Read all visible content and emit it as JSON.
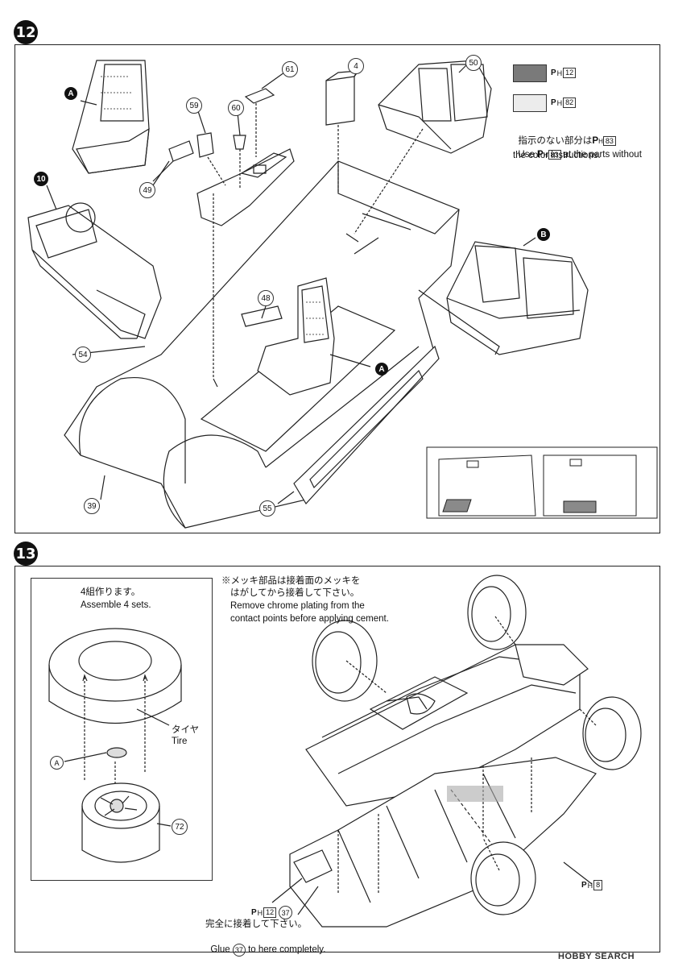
{
  "step12": {
    "badge": "12",
    "parts": {
      "p61": "61",
      "p4": "4",
      "p50": "50",
      "p59": "59",
      "p60": "60",
      "p49": "49",
      "p10": "10",
      "p48": "48",
      "p54": "54",
      "p39": "39",
      "p55": "55"
    },
    "labels": {
      "A": "A",
      "B": "B"
    },
    "color_key": {
      "swatch1_color": "#7a7a7a",
      "swatch2_color": "#ececec",
      "code1_prefix": "P",
      "code1_sub": "H",
      "code1_num": "12",
      "code2_prefix": "P",
      "code2_sub": "H",
      "code2_num": "82",
      "note_jp": "指示のない部分は",
      "note_jp_code": "83",
      "note_en_1a": "Use",
      "note_en_1b": "at the parts without",
      "note_en_2": "the color instructions."
    }
  },
  "step13": {
    "badge": "13",
    "inset_jp": "4組作ります。",
    "inset_en": "Assemble 4 sets.",
    "tire_jp": "タイヤ",
    "tire_en": "Tire",
    "label_A": "A",
    "part72": "72",
    "chrome_jp_1": "※メッキ部品は接着面のメッキを",
    "chrome_jp_2": "はがしてから接着して下さい。",
    "chrome_en_1": "Remove chrome plating from the",
    "chrome_en_2": "contact points before applying cement.",
    "code_ph8": "8",
    "code_ph12": "12",
    "part37": "37",
    "glue_jp": "完全に接着して下さい。",
    "glue_en_a": "Glue",
    "glue_en_b": "to here completely."
  },
  "watermark": "HOBBY SEARCH"
}
